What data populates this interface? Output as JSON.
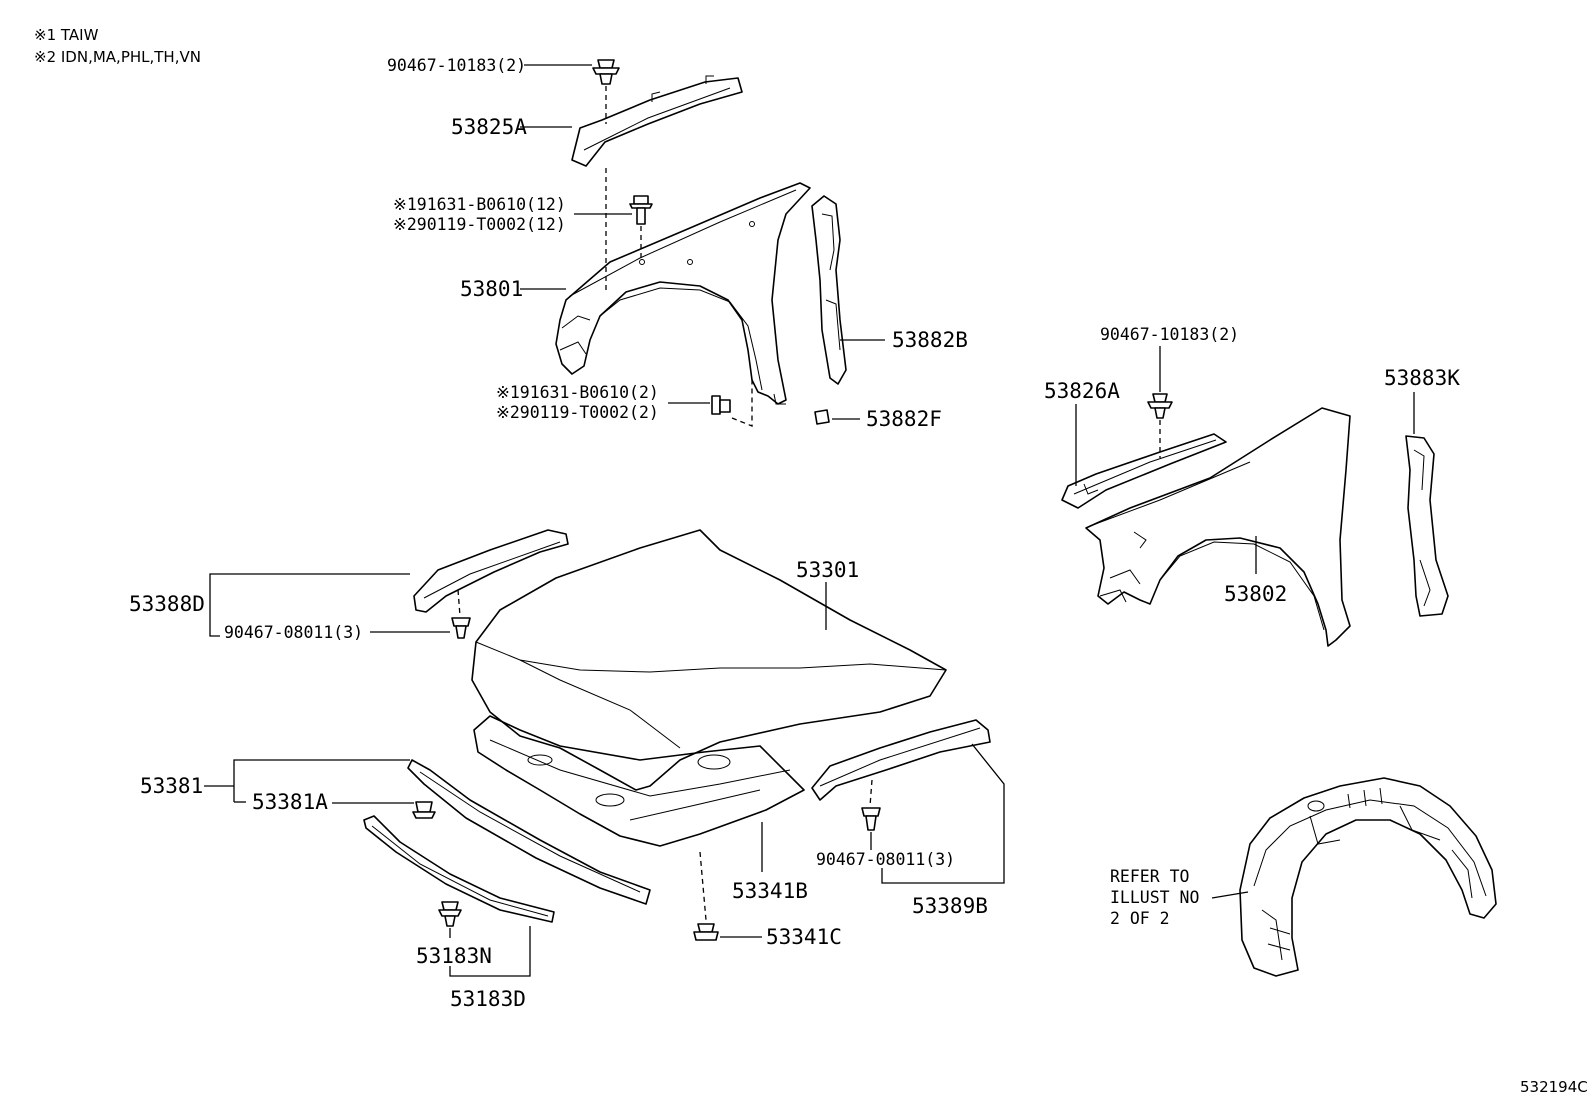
{
  "notes": {
    "note1": "※1 TAIW",
    "note2": "※2 IDN,MA,PHL,TH,VN"
  },
  "labels": {
    "clip_top_a": "90467-10183(2)",
    "seal_53825a": "53825A",
    "bolt_upper_1": "※191631-B0610(12)",
    "bolt_upper_2": "※290119-T0002(12)",
    "fender_rh": "53801",
    "cover_53882b": "53882B",
    "bolt_lower_1": "※191631-B0610(2)",
    "bolt_lower_2": "※290119-T0002(2)",
    "pad_53882f": "53882F",
    "clip_top_b": "90467-10183(2)",
    "seal_53826a": "53826A",
    "cover_53883k": "53883K",
    "fender_lh": "53802",
    "hood": "53301",
    "seal_53388d": "53388D",
    "clip_08011_left": "90467-08011(3)",
    "seal_53381": "53381",
    "seal_53381a": "53381A",
    "insulator_53341b": "53341B",
    "clip_53341c": "53341C",
    "clip_08011_right": "90467-08011(3)",
    "seal_53389b": "53389B",
    "clip_53183n": "53183N",
    "seal_53183d": "53183D",
    "refer_line1": "REFER TO",
    "refer_line2": "ILLUST NO",
    "refer_line3": "2 OF 2",
    "diagram_id": "532194C"
  }
}
